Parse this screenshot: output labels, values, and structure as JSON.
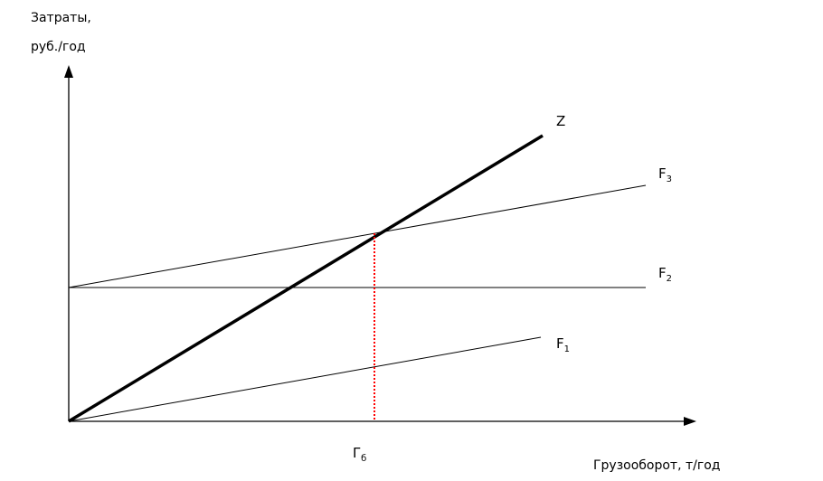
{
  "y_axis_title_line1": "Затраты,",
  "y_axis_title_line2": "руб./год",
  "x_axis_title": "Грузооборот, т/год",
  "break_even_label": "Г",
  "break_even_sub": "б",
  "lines": [
    {
      "id": "Z",
      "label": "Z",
      "sub": "",
      "color": "#000000"
    },
    {
      "id": "F3",
      "label": "F",
      "sub": "3",
      "color": "#000000"
    },
    {
      "id": "F2",
      "label": "F",
      "sub": "2",
      "color": "#000000"
    },
    {
      "id": "F1",
      "label": "F",
      "sub": "1",
      "color": "#000000"
    }
  ],
  "marker_color": "#ff0000"
}
